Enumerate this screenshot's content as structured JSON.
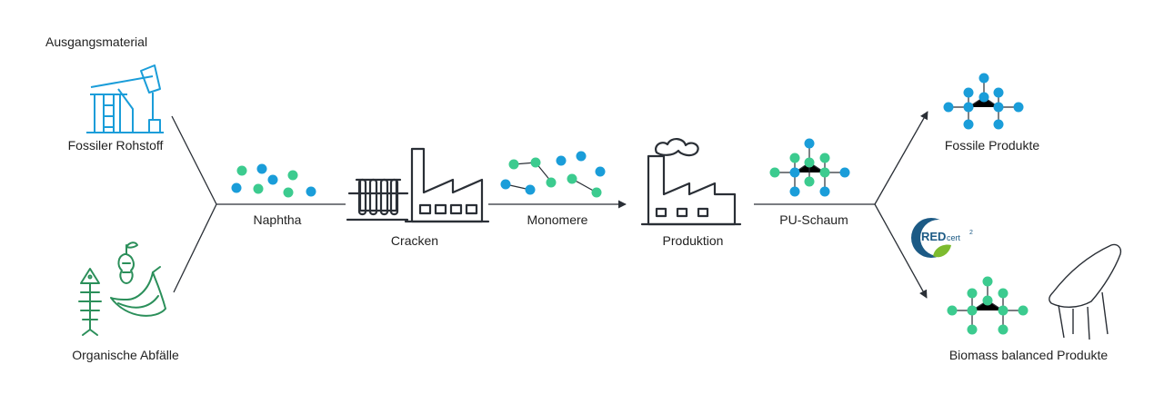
{
  "colors": {
    "blue": "#1a9dd9",
    "green": "#3ccb8f",
    "ink": "#2a2f36",
    "eco_green": "#2b8f5a"
  },
  "labels": {
    "source_heading": "Ausgangsmaterial",
    "fossil_raw": "Fossiler Rohstoff",
    "organic_waste": "Organische Abfälle",
    "naphtha": "Naphtha",
    "cracking": "Cracken",
    "monomers": "Monomere",
    "production": "Produktion",
    "pu_foam": "PU-Schaum",
    "fossil_products": "Fossile Produkte",
    "biomass_products": "Biomass balanced Produkte"
  },
  "certificate": {
    "brand": "RED",
    "suffix": "cert",
    "superscript": "2"
  },
  "icons": [
    "oil-pump-icon",
    "fish-bone-icon",
    "apple-core-icon",
    "banana-peel-icon",
    "test-tubes-icon",
    "factory-icon",
    "production-plant-icon",
    "molecule-icon",
    "chair-icon",
    "redcert-logo"
  ]
}
